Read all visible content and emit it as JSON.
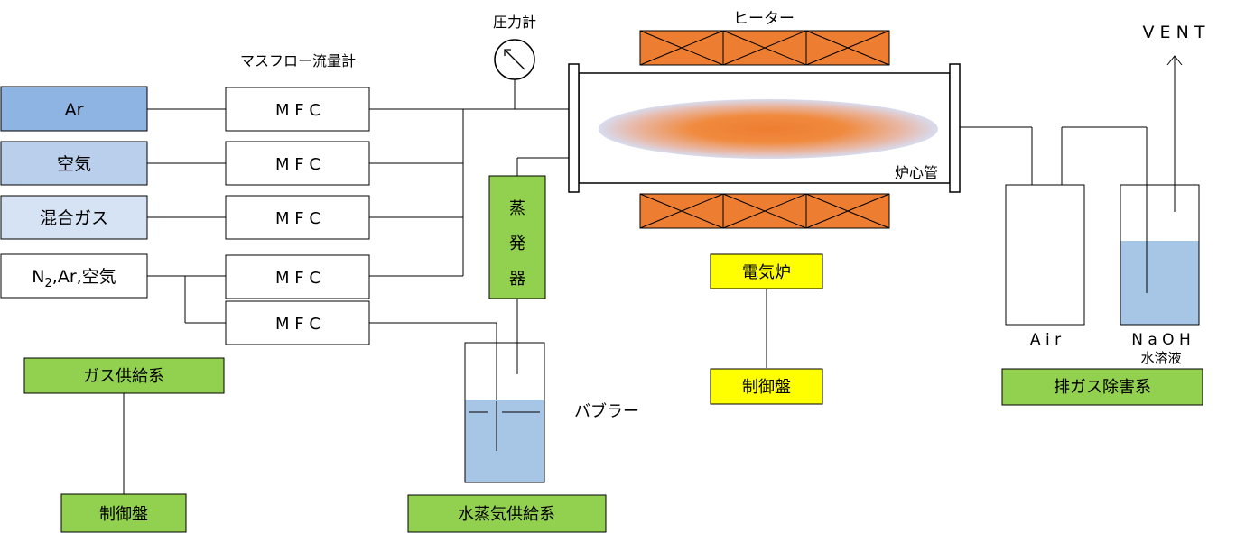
{
  "gas_sources": {
    "ar": "Ar",
    "air": "空気",
    "mixed_gas": "混合ガス",
    "n2_prefix": "N",
    "n2_subscript": "2",
    "n2_suffix": ",Ar,空気"
  },
  "mfc": {
    "header": "マスフロー流量計",
    "label": "M F C"
  },
  "pressure_gauge": "圧力計",
  "heater": "ヒーター",
  "furnace_tube": "炉心管",
  "electric_furnace": "電気炉",
  "vent": "V E N T",
  "evaporator": [
    "蒸",
    "発",
    "器"
  ],
  "bubbler": "バブラー",
  "exhaust": {
    "air_bottle": "A i r",
    "naoh_line1": "N a O H",
    "naoh_line2": "水溶液"
  },
  "systems": {
    "gas_supply": "ガス供給系",
    "steam_supply": "水蒸気供給系",
    "exhaust_removal": "排ガス除害系"
  },
  "control_panel": "制御盤",
  "colors": {
    "ar_fill": "#8eb4e3",
    "air_fill": "#b9cfec",
    "mixed_fill": "#d6e3f4",
    "green": "#92d050",
    "yellow": "#ffff00",
    "heater": "#ed7d31",
    "water": "#a7c6e6"
  }
}
